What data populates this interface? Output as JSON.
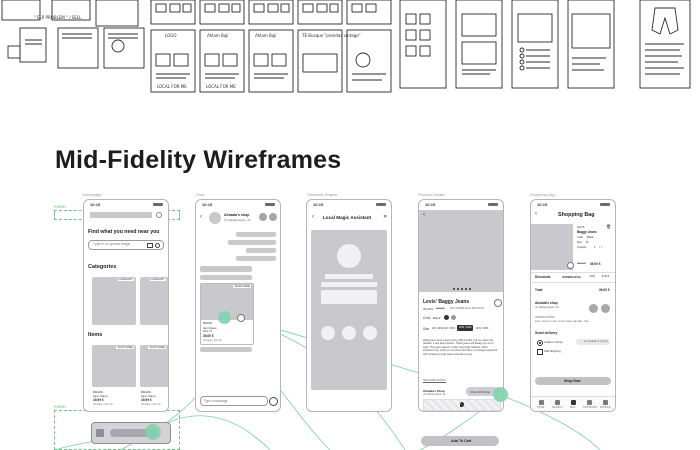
{
  "page": {
    "title": "Mid-Fidelity Wireframes"
  },
  "sketch_notes": {
    "note_a": "\" ELP PROBLEM \" / SELL",
    "note_b": "LOGO",
    "note_c": "Ahlam Baji",
    "note_d": "TE Busque \"prendas vintage\"",
    "note_e": "Ahlam Baji",
    "note_f": "LOCAL FOR ME",
    "note_g": "LOCAL FOR ME"
  },
  "screens": {
    "homepage": {
      "label": "Homepage",
      "status_time": "10:15",
      "search_heading": "Find what you need near you",
      "search_placeholder": "Type in or upload image",
      "categories_heading": "Categories",
      "category_tag_1": "CATEGORY",
      "category_tag_2": "CATEGORY",
      "items_heading": "Items",
      "item_tag_1": "SHOP NAME",
      "item_tag_2": "SHOP NAME",
      "item_1": {
        "brand": "BRAND",
        "name": "Item Name",
        "price": "19,99 €",
        "meta": "(Vintage / size M)"
      },
      "item_2": {
        "brand": "BRAND",
        "name": "Item Name",
        "price": "19,99 €",
        "meta": "(Vintage / size M)"
      },
      "fixed_top": "FIXED",
      "fixed_bottom": "FIXED"
    },
    "chat": {
      "label": "Chat",
      "status_time": "10:15",
      "shop_name": "Almada's shop",
      "shop_sub": "(1) Manilla Agudo, 22",
      "product_tag": "SHOP NAME",
      "product_brand": "BRAND",
      "product_name": "Item Name",
      "product_size": "Size: M",
      "product_price": "39,00 €",
      "product_meta": "(Vintage / size M)",
      "input_placeholder": "Type a message"
    },
    "assistant": {
      "label": "Semantic Engine",
      "status_time": "10:15",
      "header": "Local Magic Assistant"
    },
    "product": {
      "label": "Product Details",
      "status_time": "10:15",
      "name": "Levis' Baggy Jeans",
      "price": "39,00 €",
      "price_old": "45,00 €",
      "discount": "-15% SUPERLOCAL DISCOUNT",
      "color_label": "Color",
      "color_value": "Black",
      "size_label": "Size",
      "sizes": [
        "W4 / W34",
        "W2 / W34",
        "W30 / W34",
        "W31 / W34"
      ],
      "description": "Wide jeans were a pivot proxy with the 90s, but no matter the decade, it has been classic. These jeans will always go out of style. They are relaxed, modern and high-waisted, which enhances any outfit you combine with them. A vintage-inspired fit with a flattering high waist and look-cut leg.",
      "see_more": "SEE MORE DETAILS",
      "shop_name": "Almada's Shop",
      "shop_sub": "(1) Manilla Agudo, 22",
      "chat_button": "Chat with Shop",
      "add_button": "Add To Cart"
    },
    "bag": {
      "label": "Shopping bag",
      "status_time": "10:15",
      "header": "Shopping Bag",
      "item": {
        "brand": "LEVIS",
        "name": "Baggy Jeans",
        "color_label": "Color",
        "color": "Black",
        "size_label": "Size",
        "size": "W",
        "qty_label": "Quantity",
        "qty": "1",
        "price": "39,00 €",
        "price_old": "45,00 €"
      },
      "discounts_label": "Discounts",
      "discount_name": "SUPERLOCAL",
      "discount_pct": "-15%",
      "discount_val": "-6,00 €",
      "total_label": "Total",
      "total": "39,00 €",
      "shop_name": "Almada's shop",
      "shop_sub": "(1) Manilla Agudo, 22",
      "opening_label": "OPENING HOURS",
      "opening_hours": "MON - FRI 9H TO 2PM · 5PM TO 8PM & SAT 9AM - 2PM",
      "delivery_label": "Select delivery",
      "option_1": "Collect in Shop",
      "option_2": "Add Shipping",
      "eco_badge": "ECO FRIENDLY OPTION",
      "shop_now": "Shop Now",
      "nav": [
        "HOME",
        "SEARCH",
        "BAG",
        "FAVORITES",
        "PROFILE"
      ]
    }
  }
}
